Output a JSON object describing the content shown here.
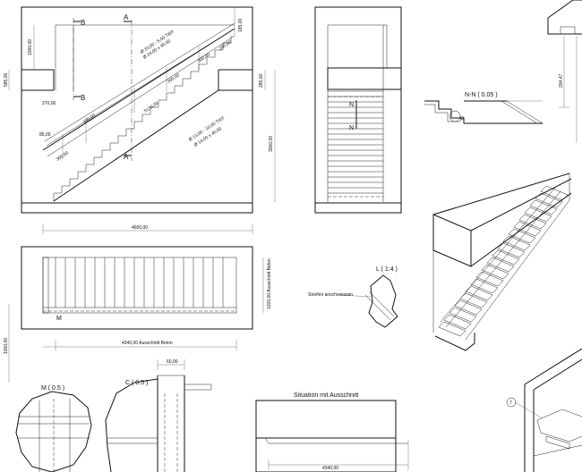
{
  "top_view": {
    "section_marker_b_top": "B",
    "section_marker_b_bottom": "B",
    "section_marker_a_top": "A",
    "section_marker_a_bottom": "A",
    "dim_left_height": "1000,00",
    "dim_left_small": "585,00",
    "dim_overall_height": "3000,00",
    "dim_right_small": "285,00",
    "dim_270": "270,00",
    "dim_85": "85,00",
    "dim_top_right": "185,00",
    "dim_width": "4600,00",
    "note_rail_top_1": "Ø 33,00 - 5,00 TIEF",
    "note_rail_top_2": "Ø 24,00 x 90,00",
    "note_300a": "300,00",
    "note_300b": "300,00",
    "note_250": "250,00",
    "note_diag_1": "5130,00",
    "note_diag_2": "Ø 13,00 - 10,00 TIEF",
    "note_diag_3": "Ø 14,00 x 40,00",
    "note_100": "100,00",
    "note_300c": "300,00"
  },
  "side_view": {
    "label_n_top": "N",
    "label_n_bottom": "N"
  },
  "section_nn": {
    "title": "N-N ( 0.05 )",
    "callout": "P"
  },
  "right_top": {
    "dim_vertical": "204,47"
  },
  "plan_view": {
    "dim_width": "4340,00 Ausschnitt Beton",
    "dim_height": "1200,00 Ausschnitt Beton",
    "callout": "M",
    "dim_left": "1000,00"
  },
  "detail_l": {
    "title": "L ( 1:4 )",
    "note": "Streifen anschweissen"
  },
  "detail_m": {
    "title": "M ( 0.5 )"
  },
  "detail_c": {
    "title": "C ( 0.5 )",
    "dim_top": "60,00"
  },
  "situation": {
    "title": "Situation mit Ausschnitt",
    "dim_bottom": "4340,00"
  },
  "iso_detail": {
    "callout": "7"
  }
}
